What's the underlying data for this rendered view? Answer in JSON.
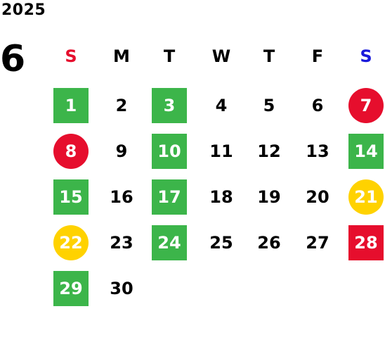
{
  "calendar": {
    "year": "2025",
    "month": "6",
    "weekdays": [
      {
        "label": "S",
        "color": "#e60e2d"
      },
      {
        "label": "M",
        "color": "#000000"
      },
      {
        "label": "T",
        "color": "#000000"
      },
      {
        "label": "W",
        "color": "#000000"
      },
      {
        "label": "T",
        "color": "#000000"
      },
      {
        "label": "F",
        "color": "#000000"
      },
      {
        "label": "S",
        "color": "#1a1adb"
      }
    ],
    "colors": {
      "green": "#3cb54a",
      "red": "#e60e2d",
      "yellow": "#ffd200"
    },
    "days": [
      {
        "label": "1",
        "style": "green"
      },
      {
        "label": "2",
        "style": "plain"
      },
      {
        "label": "3",
        "style": "green"
      },
      {
        "label": "4",
        "style": "plain"
      },
      {
        "label": "5",
        "style": "plain"
      },
      {
        "label": "6",
        "style": "plain"
      },
      {
        "label": "7",
        "style": "red-circle"
      },
      {
        "label": "8",
        "style": "red-circle"
      },
      {
        "label": "9",
        "style": "plain"
      },
      {
        "label": "10",
        "style": "green"
      },
      {
        "label": "11",
        "style": "plain"
      },
      {
        "label": "12",
        "style": "plain"
      },
      {
        "label": "13",
        "style": "plain"
      },
      {
        "label": "14",
        "style": "green"
      },
      {
        "label": "15",
        "style": "green"
      },
      {
        "label": "16",
        "style": "plain"
      },
      {
        "label": "17",
        "style": "green"
      },
      {
        "label": "18",
        "style": "plain"
      },
      {
        "label": "19",
        "style": "plain"
      },
      {
        "label": "20",
        "style": "plain"
      },
      {
        "label": "21",
        "style": "yellow-circle"
      },
      {
        "label": "22",
        "style": "yellow-circle"
      },
      {
        "label": "23",
        "style": "plain"
      },
      {
        "label": "24",
        "style": "green"
      },
      {
        "label": "25",
        "style": "plain"
      },
      {
        "label": "26",
        "style": "plain"
      },
      {
        "label": "27",
        "style": "plain"
      },
      {
        "label": "28",
        "style": "red-square"
      },
      {
        "label": "29",
        "style": "green"
      },
      {
        "label": "30",
        "style": "plain"
      }
    ]
  }
}
